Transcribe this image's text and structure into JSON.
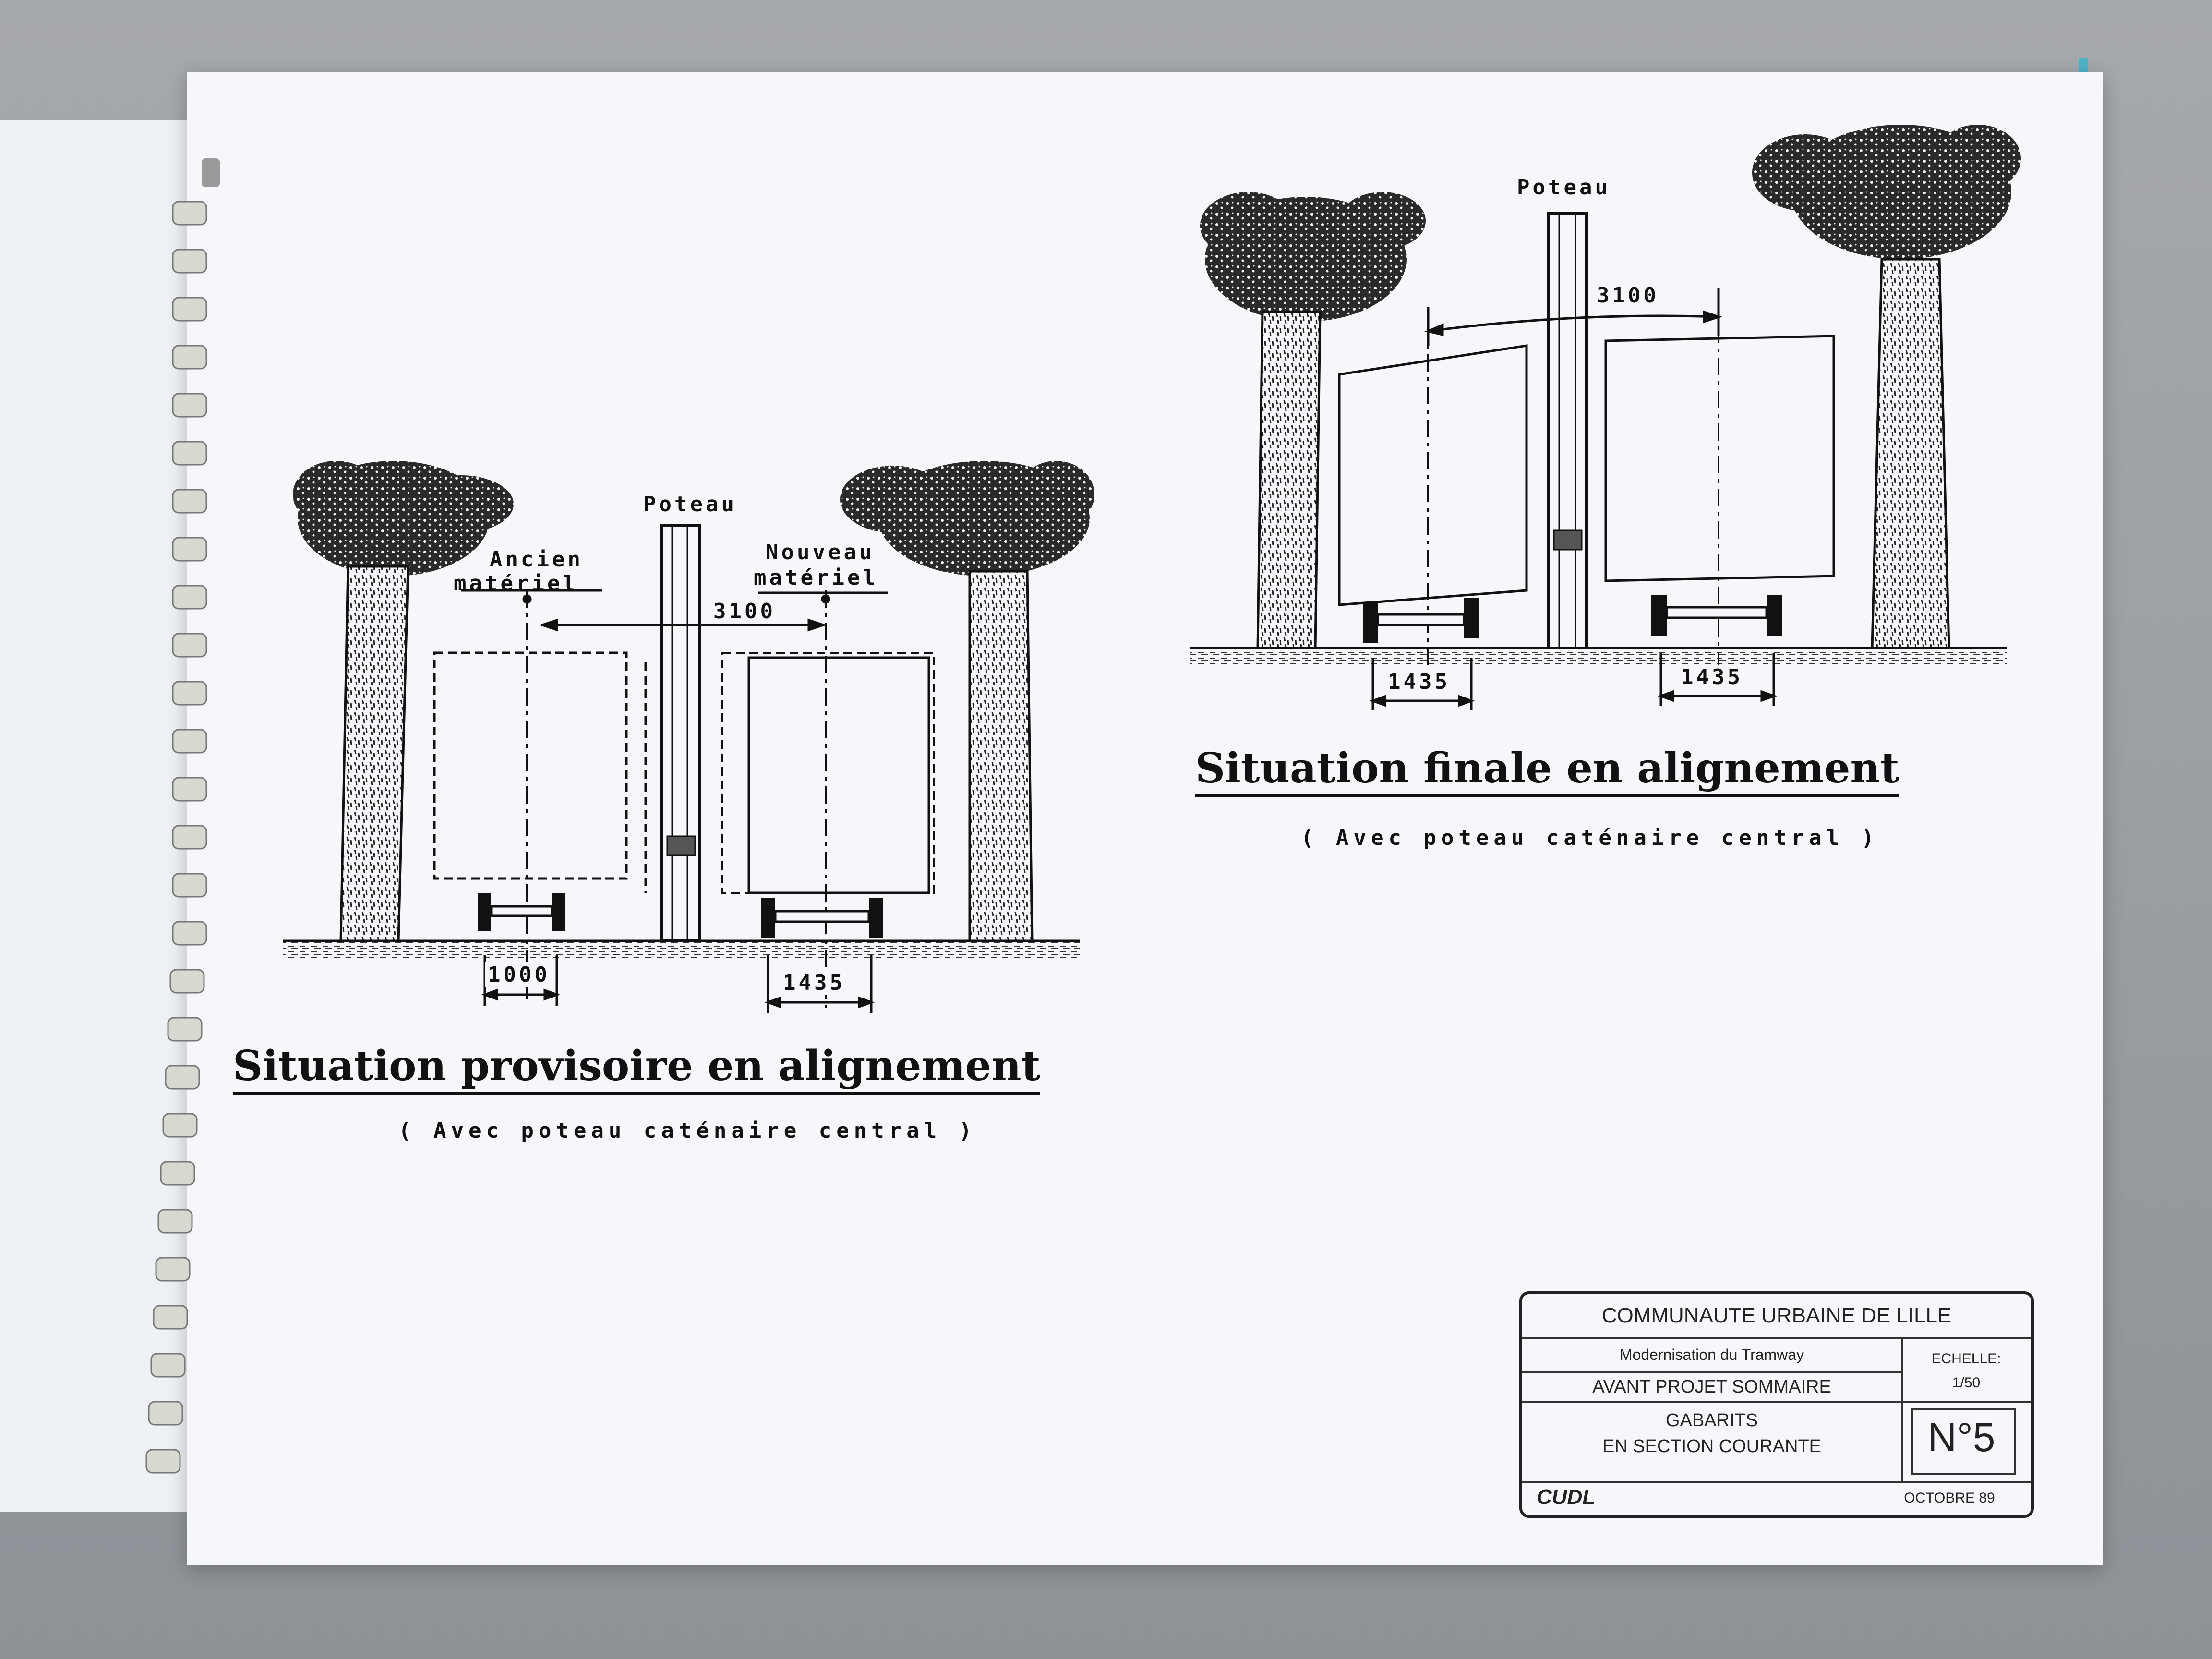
{
  "drawing_left": {
    "label_pole": "Poteau",
    "label_old_1": "Ancien",
    "label_old_2": "matériel",
    "label_new_1": "Nouveau",
    "label_new_2": "matériel",
    "dim_axis": "3100",
    "dim_gauge_old": "1000",
    "dim_gauge_new": "1435",
    "title": "Situation provisoire en alignement",
    "subtitle": "( Avec poteau caténaire central )"
  },
  "drawing_right": {
    "label_pole": "Poteau",
    "dim_axis": "3100",
    "dim_gauge_left": "1435",
    "dim_gauge_right": "1435",
    "title": "Situation finale en alignement",
    "subtitle": "( Avec poteau caténaire central )"
  },
  "title_block": {
    "authority": "COMMUNAUTE URBAINE DE LILLE",
    "project": "Modernisation du Tramway",
    "phase": "AVANT PROJET SOMMAIRE",
    "scale_label": "ECHELLE:",
    "scale_value": "1/50",
    "subject_1": "GABARITS",
    "subject_2": "EN SECTION COURANTE",
    "number": "N°5",
    "logo_text": "CUDL",
    "date": "OCTOBRE 89"
  },
  "colors": {
    "paper": "#f5f7fb",
    "ink": "#111111",
    "binding": "#cfd2c8",
    "teal_edge": "#4fb3c8"
  }
}
